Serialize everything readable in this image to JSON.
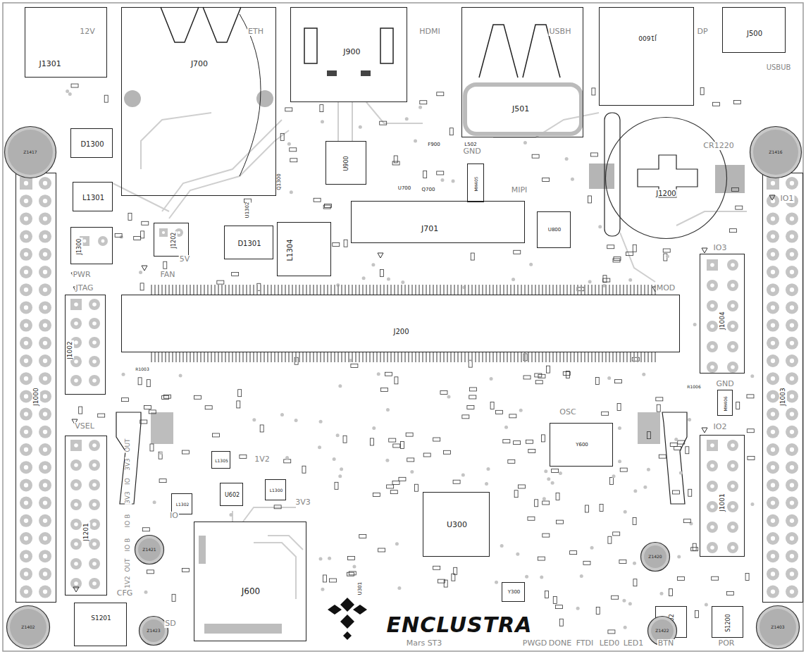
{
  "diagram": {
    "nodes": [
      {
        "text": [
          "J1301"
        ]
      },
      {
        "text": [
          "J700"
        ]
      },
      {
        "text": [
          "J900"
        ]
      },
      {
        "text": [
          "J501"
        ]
      },
      {
        "text": [
          "J1600"
        ]
      },
      {
        "text": [
          "J500"
        ]
      },
      {
        "text": [
          "J1200"
        ]
      },
      {
        "text": [
          "J701"
        ]
      },
      {
        "text": [
          "U900"
        ]
      },
      {
        "text": [
          "D1300"
        ]
      },
      {
        "text": [
          "L1301"
        ]
      },
      {
        "text": [
          "J1300"
        ]
      },
      {
        "text": [
          "J1202"
        ]
      },
      {
        "text": [
          "D1301"
        ]
      },
      {
        "text": [
          "L1304"
        ]
      },
      {
        "text": [
          "J1002"
        ]
      },
      {
        "text": [
          "J200"
        ]
      },
      {
        "text": [
          "J1000"
        ]
      },
      {
        "text": [
          "J1003"
        ]
      },
      {
        "text": [
          "J1004"
        ]
      },
      {
        "text": [
          "J1001"
        ]
      },
      {
        "text": [
          "J1201"
        ]
      },
      {
        "text": [
          "J600"
        ]
      },
      {
        "text": [
          "U300"
        ]
      },
      {
        "text": [
          "U602"
        ]
      },
      {
        "text": [
          "Y600"
        ]
      },
      {
        "text": [
          "Y300"
        ]
      },
      {
        "text": [
          "S1201"
        ]
      },
      {
        "text": [
          "S1202"
        ]
      },
      {
        "text": [
          "S1200"
        ]
      },
      {
        "text": [
          "U800"
        ]
      },
      {
        "text": [
          "L1300"
        ]
      },
      {
        "text": [
          "L1302"
        ]
      },
      {
        "text": [
          "L1305"
        ]
      },
      {
        "text": [
          "MH406"
        ]
      },
      {
        "text": [
          "MH405"
        ]
      },
      {
        "text": [
          "Z1417"
        ]
      },
      {
        "text": [
          "Z1416"
        ]
      },
      {
        "text": [
          "Z1402"
        ]
      },
      {
        "text": [
          "Z1403"
        ]
      },
      {
        "text": [
          "Z1421"
        ]
      },
      {
        "text": [
          "Z1420"
        ]
      },
      {
        "text": [
          "Z1423"
        ]
      },
      {
        "text": [
          "Z1422"
        ]
      }
    ],
    "labels": [
      "12V",
      "ETH",
      "HDMI",
      "USBH",
      "DP",
      "USBUB",
      "CR1220",
      "GND",
      "MIPI",
      "PWR",
      "FAN",
      "5V",
      "JTAG",
      "MOD",
      "IO1",
      "IO3",
      "GND",
      "IO2",
      "VSEL",
      "OSC",
      "1V2",
      "3V3",
      "IO",
      "SD",
      "CFG",
      "OUT",
      "3V3",
      "IO",
      "3V3",
      "IO B",
      "IO B",
      "OUT",
      "1V2",
      "ENCLUSTRA",
      "Mars ST3",
      "PWGD",
      "DONE",
      "FTDI",
      "LED0",
      "LED1",
      "BTN",
      "POR",
      "U700",
      "Q700",
      "F900",
      "L502",
      "U1302",
      "Q1300",
      "U301",
      "R1003",
      "R1006"
    ]
  }
}
